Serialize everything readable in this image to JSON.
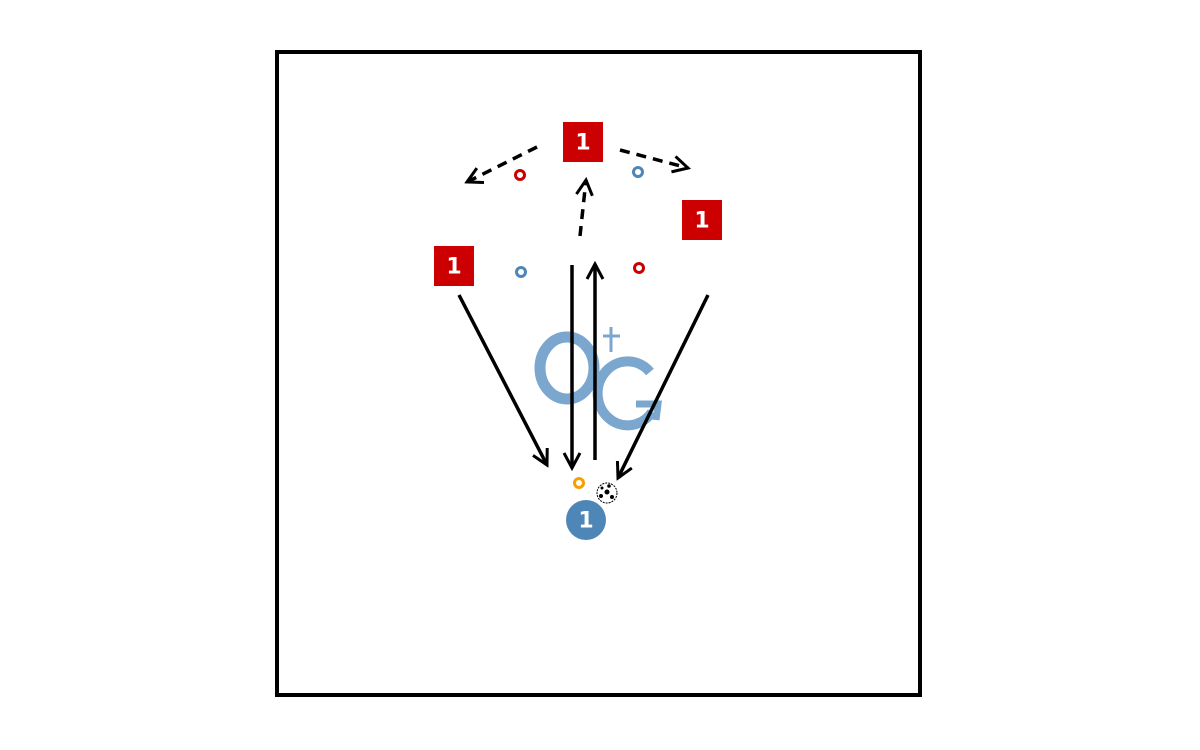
{
  "diagram": {
    "colors": {
      "defender": "#cc0000",
      "attacker": "#4f86b8",
      "cone_red": "#cc0000",
      "cone_blue": "#4f86b8",
      "cone_orange": "#f5a000",
      "logo": "#7ba7cf"
    },
    "logo": {
      "text": "OG",
      "cross": "†"
    },
    "players": [
      {
        "team": "defender",
        "label": "1"
      },
      {
        "team": "defender",
        "label": "1"
      },
      {
        "team": "defender",
        "label": "1"
      },
      {
        "team": "attacker",
        "label": "1"
      }
    ]
  }
}
